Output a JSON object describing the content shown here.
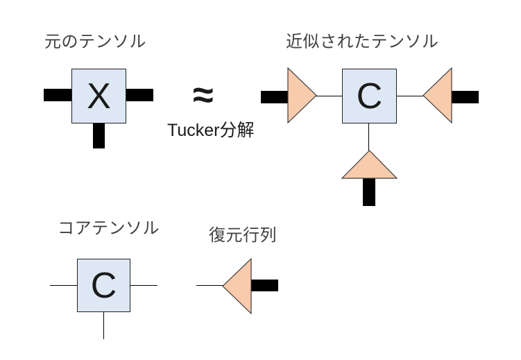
{
  "title": "Tucker decomposition tensor network diagram",
  "labels": {
    "original_tensor": "元のテンソル",
    "approx_tensor": "近似されたテンソル",
    "core_tensor": "コアテンソル",
    "factor_matrix": "復元行列",
    "decomposition": "Tucker分解",
    "approx_symbol": "≈"
  },
  "nodes": {
    "original": {
      "letter": "X"
    },
    "approx_core": {
      "letter": "C"
    },
    "core": {
      "letter": "C"
    }
  },
  "colors": {
    "background": "#ffffff",
    "node_fill": "#dde8f4",
    "node_border": "#1f1f1f",
    "triangle_fill": "#f8cbad",
    "triangle_border": "#3a3a3a",
    "bar_color": "#000000",
    "line_color": "#000000",
    "label_color": "#404040",
    "symbol_color": "#1a1a1a"
  }
}
